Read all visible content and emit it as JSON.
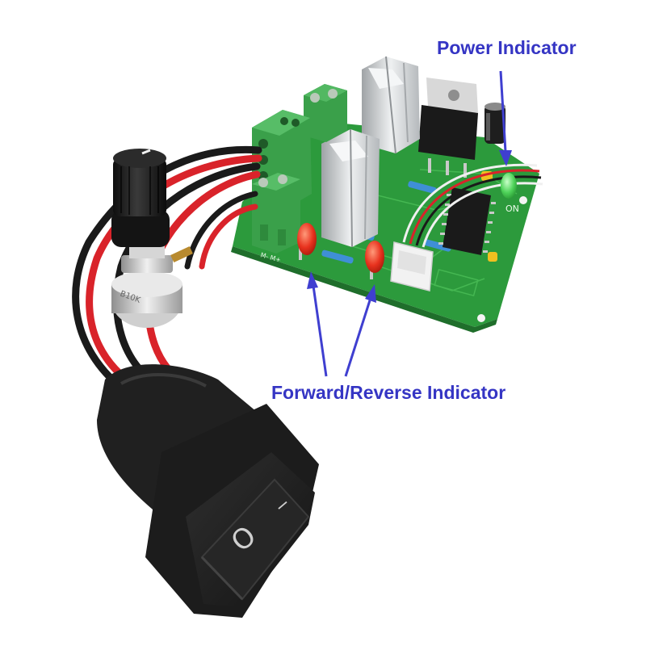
{
  "annotations": {
    "power_indicator": "Power Indicator",
    "forward_reverse_indicator": "Forward/Reverse Indicator"
  },
  "board": {
    "led_label": "ON",
    "potentiometer_text": "B10K",
    "terminal_text": "M-  M+"
  },
  "switch": {
    "symbol_on": "I",
    "symbol_off": "O"
  },
  "colors": {
    "annotation_text": "#3535c4",
    "arrow": "#3f3fd0",
    "pcb_green": "#2c9a3c",
    "terminal_green": "#3aa04a",
    "led_red": "#e8321e",
    "led_green": "#4fd35a",
    "heatsink_silver": "#d3d6d8",
    "switch_black": "#1f1f1f",
    "wire_red": "#d9232a"
  }
}
